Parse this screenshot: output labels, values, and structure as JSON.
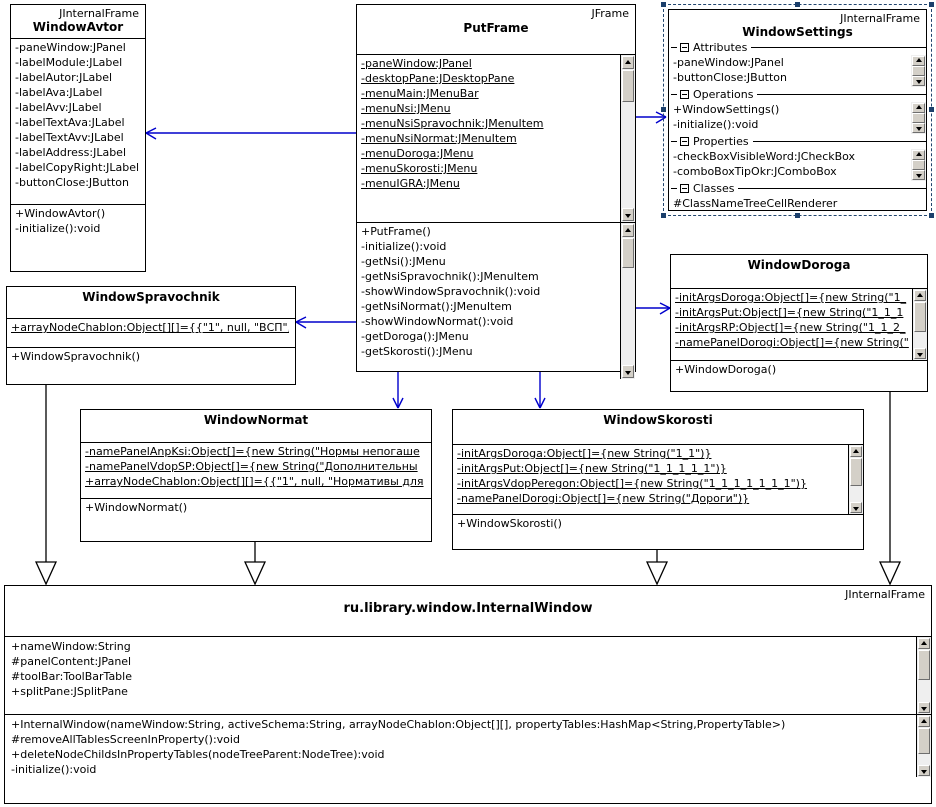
{
  "diagram": {
    "kind": "uml-class-diagram",
    "colors": {
      "line_dependency": "#0000CC",
      "line_generalization": "#000000",
      "selection_border": "#21456E",
      "selection_handle": "#1B3F6B",
      "box_shadow": "#9A9A9A",
      "background": "#FFFFFF",
      "scrollbar_face": "#D4D0C8",
      "scrollbar_track": "#EFEFEF"
    },
    "classes": [
      {
        "id": "WindowAvtor",
        "stereotype": "JInternalFrame",
        "name": "WindowAvtor",
        "attributes": [
          "-paneWindow:JPanel",
          "-labelModule:JLabel",
          "-labelAutor:JLabel",
          "-labelAva:JLabel",
          "-labelAvv:JLabel",
          "-labelTextAva:JLabel",
          "-labelTextAvv:JLabel",
          "-labelAddress:JLabel",
          "-labelCopyRight:JLabel",
          "-buttonClose:JButton"
        ],
        "operations": [
          "+WindowAvtor()",
          "-initialize():void"
        ]
      },
      {
        "id": "PutFrame",
        "stereotype": "JFrame",
        "name": "PutFrame",
        "attributes": [
          "-paneWindow:JPanel",
          "-desktopPane:JDesktopPane",
          "-menuMain:JMenuBar",
          "-menuNsi:JMenu",
          "-menuNsiSpravochnik:JMenuItem",
          "-menuNsiNormat:JMenuItem",
          "-menuDoroga:JMenu",
          "-menuSkorosti:JMenu",
          "-menuIGRA:JMenu"
        ],
        "operations": [
          "+PutFrame()",
          "-initialize():void",
          "-getNsi():JMenu",
          "-getNsiSpravochnik():JMenuItem",
          "-showWindowSpravochnik():void",
          "-getNsiNormat():JMenuItem",
          "-showWindowNormat():void",
          "-getDoroga():JMenu",
          "-getSkorosti():JMenu"
        ]
      },
      {
        "id": "WindowSettings",
        "stereotype": "JInternalFrame",
        "name": "WindowSettings",
        "selected": true,
        "groups": [
          {
            "label": "Attributes",
            "collapsed": false,
            "rows": [
              "-paneWindow:JPanel",
              "-buttonClose:JButton"
            ]
          },
          {
            "label": "Operations",
            "collapsed": false,
            "rows": [
              "+WindowSettings()",
              "-initialize():void"
            ]
          },
          {
            "label": "Properties",
            "collapsed": false,
            "rows": [
              "-checkBoxVisibleWord:JCheckBox",
              "-comboBoxTipOkr:JComboBox"
            ]
          },
          {
            "label": "Classes",
            "collapsed": false,
            "rows": [
              "#ClassNameTreeCellRenderer"
            ]
          }
        ]
      },
      {
        "id": "WindowDoroga",
        "stereotype": "",
        "name": "WindowDoroga",
        "attributes": [
          "-initArgsDoroga:Object[]={new String(\"1_",
          "-initArgsPut:Object[]={new String(\"1_1_1",
          "-initArgsRP:Object[]={new String(\"1_1_2_",
          "-namePanelDorogi:Object[]={new String(\""
        ],
        "operations": [
          "+WindowDoroga()"
        ]
      },
      {
        "id": "WindowSpravochnik",
        "stereotype": "",
        "name": "WindowSpravochnik",
        "attributes": [
          "+arrayNodeChablon:Object[][]={{\"1\", null, \"ВСП\","
        ],
        "operations": [
          "+WindowSpravochnik()"
        ]
      },
      {
        "id": "WindowNormat",
        "stereotype": "",
        "name": "WindowNormat",
        "attributes": [
          "-namePanelAnpKsi:Object[]={new String(\"Нормы непогаше",
          "-namePanelVdopSP:Object[]={new String(\"Дополнительны",
          "+arrayNodeChablon:Object[][]={{\"1\", null, \"Нормативы для"
        ],
        "operations": [
          "+WindowNormat()"
        ]
      },
      {
        "id": "WindowSkorosti",
        "stereotype": "",
        "name": "WindowSkorosti",
        "attributes": [
          "-initArgsDoroga:Object[]={new String(\"1_1\")}",
          "-initArgsPut:Object[]={new String(\"1_1_1_1_1\")}",
          "-initArgsVdopPeregon:Object[]={new String(\"1_1_1_1_1_1_1\")}",
          "-namePanelDorogi:Object[]={new String(\"Дороги\")}"
        ],
        "operations": [
          "+WindowSkorosti()"
        ]
      },
      {
        "id": "InternalWindow",
        "stereotype": "JInternalFrame",
        "name": "ru.library.window.InternalWindow",
        "attributes": [
          "+nameWindow:String",
          "#panelContent:JPanel",
          "#toolBar:ToolBarTable",
          "+splitPane:JSplitPane"
        ],
        "operations": [
          "+InternalWindow(nameWindow:String, activeSchema:String, arrayNodeChablon:Object[][], propertyTables:HashMap<String,PropertyTable>)",
          "#removeAllTablesScreenInProperty():void",
          "+deleteNodeChildsInPropertyTables(nodeTreeParent:NodeTree):void",
          "-initialize():void"
        ]
      }
    ],
    "relationships": [
      {
        "type": "dependency",
        "from": "PutFrame",
        "to": "WindowAvtor"
      },
      {
        "type": "dependency",
        "from": "PutFrame",
        "to": "WindowSettings"
      },
      {
        "type": "dependency",
        "from": "PutFrame",
        "to": "WindowDoroga"
      },
      {
        "type": "dependency",
        "from": "PutFrame",
        "to": "WindowSpravochnik"
      },
      {
        "type": "dependency",
        "from": "PutFrame",
        "to": "WindowNormat"
      },
      {
        "type": "dependency",
        "from": "PutFrame",
        "to": "WindowSkorosti"
      },
      {
        "type": "generalization",
        "from": "WindowSpravochnik",
        "to": "InternalWindow"
      },
      {
        "type": "generalization",
        "from": "WindowNormat",
        "to": "InternalWindow"
      },
      {
        "type": "generalization",
        "from": "WindowSkorosti",
        "to": "InternalWindow"
      },
      {
        "type": "generalization",
        "from": "WindowDoroga",
        "to": "InternalWindow"
      }
    ]
  }
}
